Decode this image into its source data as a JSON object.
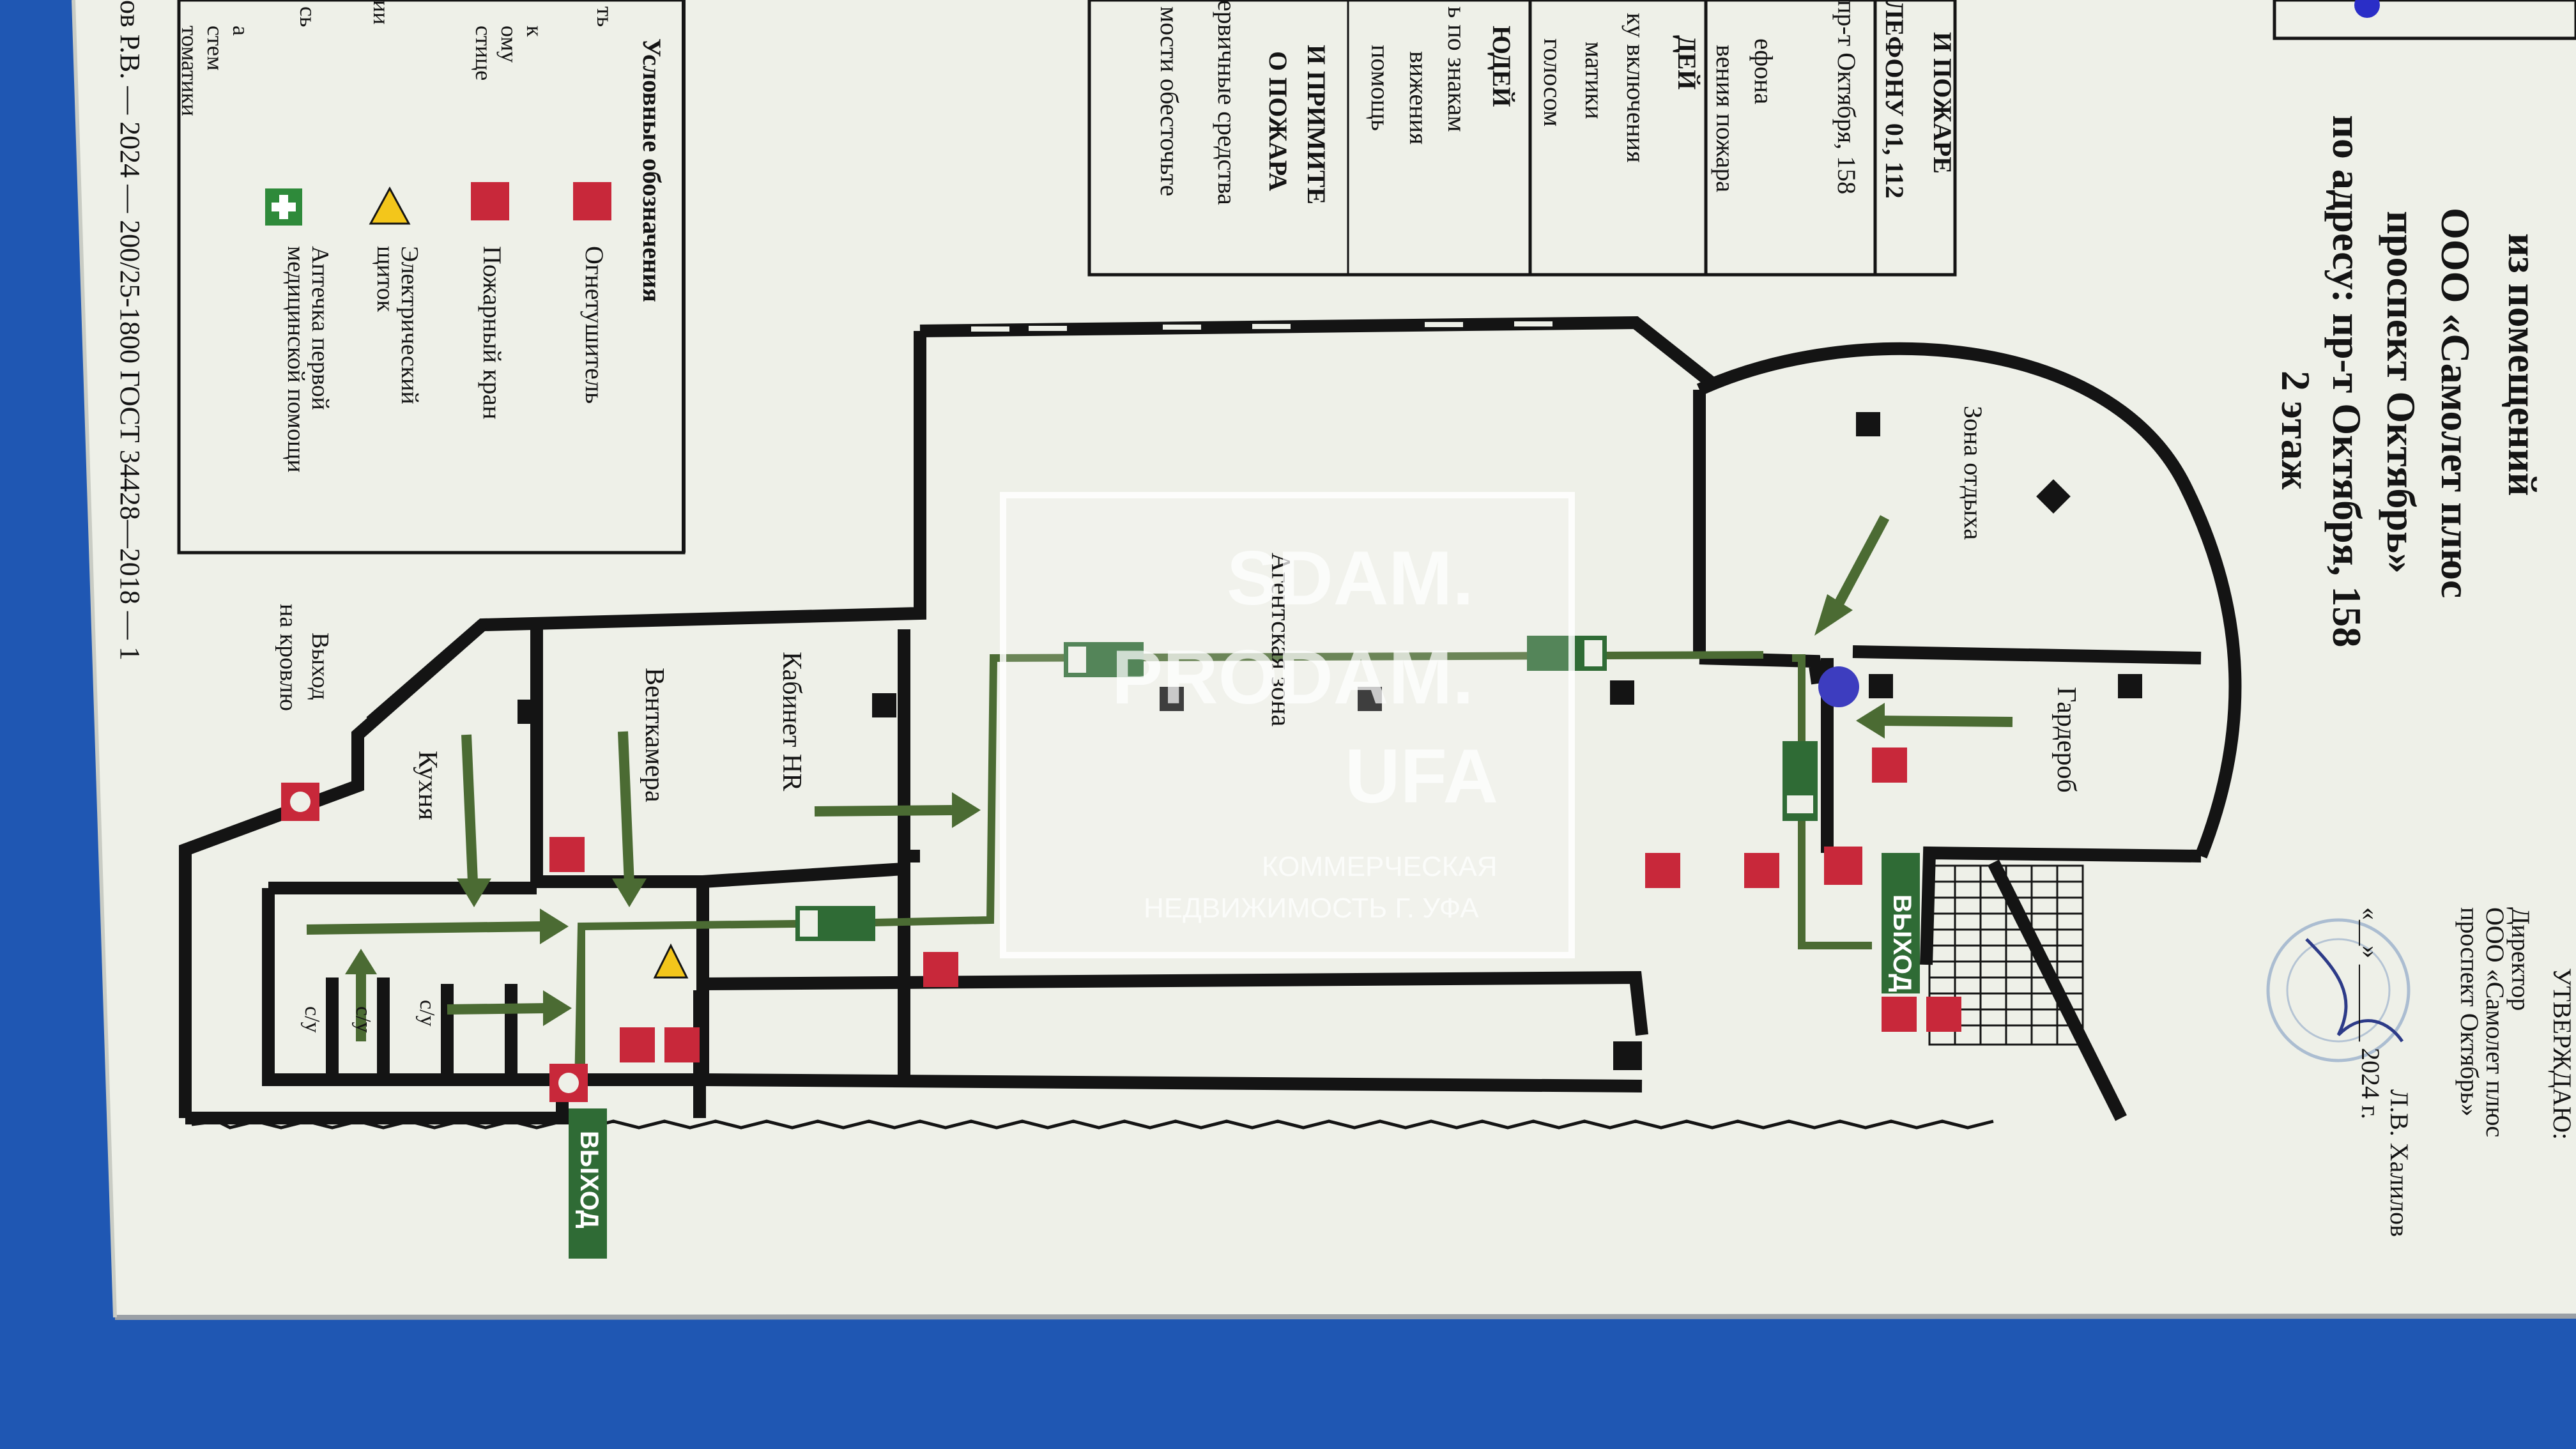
{
  "colors": {
    "background_wall": "#1f57b3",
    "sign_board": "#eef0e8",
    "wall": "#141414",
    "evacuation_route": "#4b6b33",
    "exit_sign": "#2f6b35",
    "fire_equipment": "#c8283a",
    "first_aid": "#2e8a3a",
    "warning": "#f3c61b"
  },
  "title": {
    "line1": "из помещений",
    "line2": "ООО «Самолет плюс",
    "line3": "проспект Октябрь»",
    "line4": "по адресу: пр-т Октября, 158",
    "line5": "2 этаж"
  },
  "approval": {
    "heading": "УТВЕРЖДАЮ:",
    "position": "Директор",
    "org1": "ООО «Самолет плюс",
    "org2": "проспект Октябрь»",
    "signatory": "Л.В. Халилов",
    "date": "«__» ______ 2024 г."
  },
  "instructions": {
    "phone_heading": "ЛЕФОНУ 01, 112",
    "phone_heading_top": "И ПОЖАРЕ",
    "address_line": "пр-т Октября, 158",
    "line_a": "ефона",
    "line_b": "вения пожара",
    "section2": "ДЕЙ",
    "line_c": "ку включения",
    "line_d": "матики",
    "line_e": "голосом",
    "section3": "ЮДЕЙ",
    "line_f": "ь по знакам",
    "line_g": "вижения",
    "line_h": "помощь",
    "section4a": "И ПРИМИТЕ",
    "section4b": "О ПОЖАРА",
    "line_i": "ервичные средства",
    "line_j": "мости обесточьте"
  },
  "legend": {
    "heading": "Условные обозначения",
    "items": [
      {
        "label": "Огнетушитель",
        "icon": "fire-extinguisher-icon"
      },
      {
        "label": "Пожарный кран",
        "icon": "fire-hydrant-icon"
      },
      {
        "label": "Электрический щиток",
        "icon": "electrical-panel-warning-icon"
      },
      {
        "label": "Аптечка первой медицинской помощи",
        "icon": "first-aid-kit-icon"
      }
    ],
    "left_fragments": [
      "ть",
      "к",
      "ому",
      "стице",
      "ии",
      "сь",
      "а",
      "стем",
      "томатики"
    ]
  },
  "footer": "ов Р.В. — 2024 — 200/25-1800 ГОСТ 34428—2018 — 1",
  "rooms": {
    "rest_zone": "Зона отдыха",
    "wardrobe": "Гардероб",
    "agency_zone": "Агентская зона",
    "hr_office": "Кабинет HR",
    "vent_chamber": "Венткамера",
    "kitchen": "Кухня",
    "roof_exit_1": "Выход",
    "roof_exit_2": "на кровлю",
    "wc1": "с/у",
    "wc2": "с/у",
    "wc3": "с/у"
  },
  "exit_label": "ВЫХОД",
  "watermark": {
    "line1": "SDAM.",
    "line2": "PRODAM.",
    "line3": "UFA",
    "line4": "КОММЕРЧЕСКАЯ",
    "line5": "НЕДВИЖИМОСТЬ Г. УФА"
  }
}
